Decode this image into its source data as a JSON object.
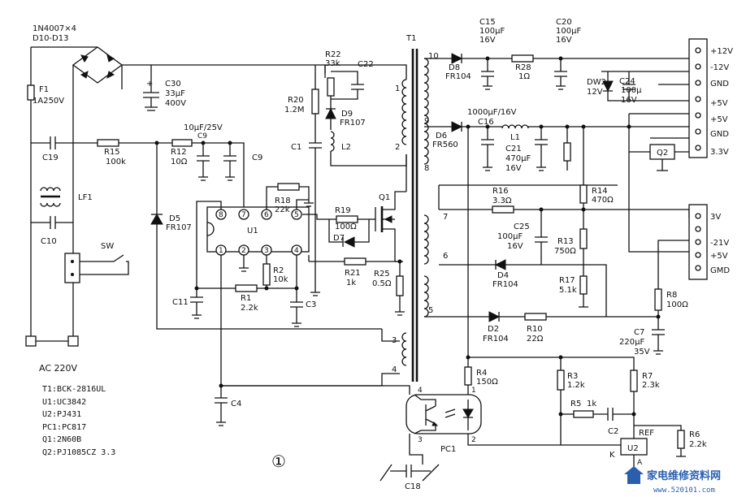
{
  "bridge": {
    "label1": "1N4007×4",
    "label2": "D10-D13"
  },
  "fuse": {
    "name": "F1",
    "value": "1A250V"
  },
  "caps": {
    "c30": {
      "name": "C30",
      "value": "33μF",
      "rating": "400V"
    },
    "c19": "C19",
    "c10": "C10",
    "c9": "C9",
    "c9b": "C9",
    "c9_value": "10μF/25V",
    "c22": "C22",
    "c1": "C1",
    "c11": "C11",
    "c3": "C3",
    "c4": "C4",
    "c18": "C18",
    "c15": {
      "name": "C15",
      "value": "100μF",
      "rating": "16V"
    },
    "c20": {
      "name": "C20",
      "value": "100μF",
      "rating": "16V"
    },
    "c24": {
      "name": "C24",
      "value": "100μ",
      "rating": "16V"
    },
    "c16": {
      "name": "C16",
      "value": "1000μF/16V"
    },
    "c21": {
      "name": "C21",
      "value": "470μF",
      "rating": "16V"
    },
    "c25": {
      "name": "C25",
      "value": "100μF",
      "rating": "16V"
    },
    "c7": {
      "name": "C7",
      "value": "220μF",
      "rating": "35V"
    },
    "c2": "C2"
  },
  "res": {
    "r15": {
      "name": "R15",
      "value": "100k"
    },
    "r12": {
      "name": "R12",
      "value": "10Ω"
    },
    "r22": {
      "name": "R22",
      "value": "33k"
    },
    "r20": {
      "name": "R20",
      "value": "1.2M"
    },
    "r18": {
      "name": "R18",
      "value": "22k"
    },
    "r19": {
      "name": "R19",
      "value": "100Ω"
    },
    "r21": {
      "name": "R21",
      "value": "1k"
    },
    "r25": {
      "name": "R25",
      "value": "0.5Ω"
    },
    "r2": {
      "name": "R2",
      "value": "10k"
    },
    "r1": {
      "name": "R1",
      "value": "2.2k"
    },
    "r28": {
      "name": "R28",
      "value": "1Ω"
    },
    "r16": {
      "name": "R16",
      "value": "3.3Ω"
    },
    "r14": {
      "name": "R14",
      "value": "470Ω"
    },
    "r13": {
      "name": "R13",
      "value": "750Ω"
    },
    "r17": {
      "name": "R17",
      "value": "5.1k"
    },
    "r8": {
      "name": "R8",
      "value": "100Ω"
    },
    "r10": {
      "name": "R10",
      "value": "22Ω"
    },
    "r4": {
      "name": "R4",
      "value": "150Ω"
    },
    "r3": {
      "name": "R3",
      "value": "1.2k"
    },
    "r7": {
      "name": "R7",
      "value": "2.3k"
    },
    "r5": {
      "name": "R5",
      "value": "1k"
    },
    "r6": {
      "name": "R6",
      "value": "2.2k"
    }
  },
  "diodes": {
    "d5": {
      "name": "D5",
      "value": "FR107"
    },
    "d9": {
      "name": "D9",
      "value": "FR107"
    },
    "d7": {
      "name": "D7"
    },
    "d8": {
      "name": "D8",
      "value": "FR104"
    },
    "d6": {
      "name": "D6",
      "value": "FR560"
    },
    "dw2": {
      "name": "DW2",
      "value": "12V"
    },
    "d4": {
      "name": "D4",
      "value": "FR104"
    },
    "d2": {
      "name": "D2",
      "value": "FR104"
    }
  },
  "inductors": {
    "lf1": "LF1",
    "l2": "L2",
    "l1": "L1"
  },
  "switch": {
    "name": "SW"
  },
  "ac_input": "AC 220V",
  "ic": {
    "u1": "U1",
    "u2": "U2",
    "q1": "Q1",
    "q2": "Q2",
    "pc1": "PC1",
    "u1_pins": [
      "8",
      "7",
      "6",
      "5",
      "1",
      "2",
      "3",
      "4"
    ],
    "pc1_pins": [
      "4",
      "1",
      "3",
      "2"
    ],
    "u2_pins": {
      "ref": "REF",
      "k": "K",
      "a": "A"
    }
  },
  "transformer": {
    "name": "T1",
    "pins": [
      "1",
      "2",
      "3",
      "4",
      "10",
      "9",
      "8",
      "7",
      "6",
      "5"
    ]
  },
  "outputs_top": [
    "+12V",
    "-12V",
    "GND",
    "+5V",
    "+5V",
    "GND",
    "3.3V"
  ],
  "outputs_bottom": [
    "3V",
    "-21V",
    "+5V",
    "GMD"
  ],
  "legend": [
    "T1:BCK-2816UL",
    "U1:UC3842",
    "U2:PJ431",
    "PC1:PC817",
    "Q1:2N60B",
    "Q2:PJ1085CZ 3.3"
  ],
  "figure_number": "①",
  "watermark": {
    "cn": "家电维修资料网",
    "url": "www.520101.com"
  }
}
